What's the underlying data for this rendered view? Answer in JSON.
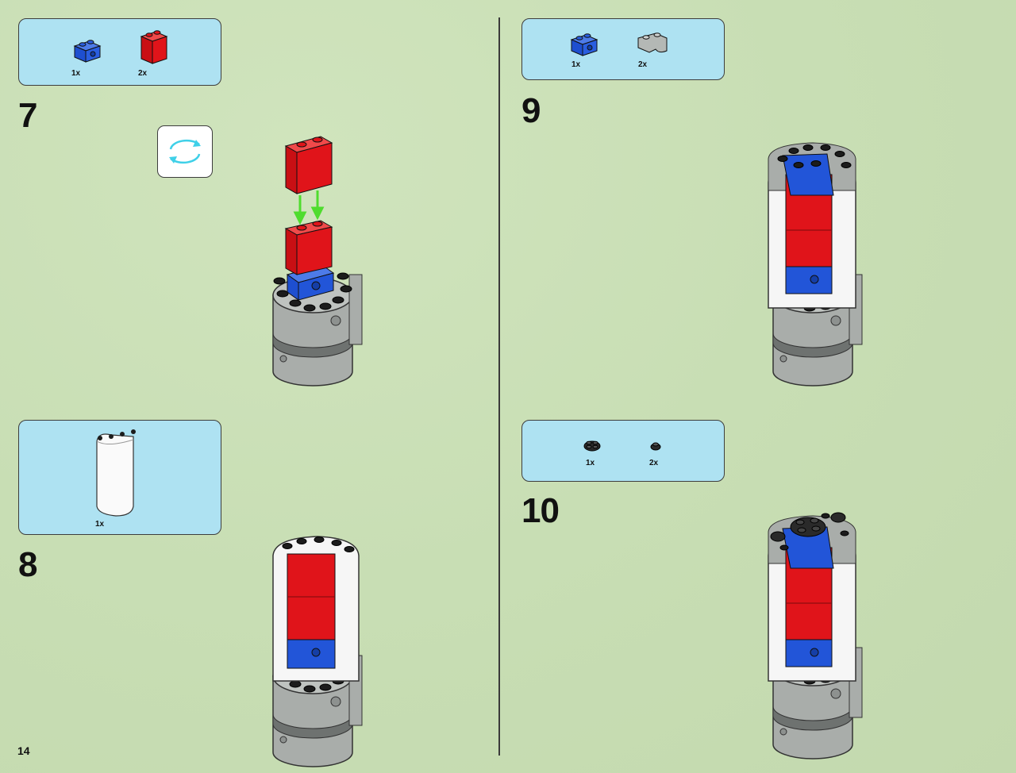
{
  "page": {
    "number": "14"
  },
  "steps": [
    {
      "number": "7",
      "parts": [
        {
          "icon": "blue-1x2-brick",
          "qty": "1x"
        },
        {
          "icon": "red-1x2x2-brick",
          "qty": "2x"
        }
      ],
      "rotate_icon": "rotate-model-icon"
    },
    {
      "number": "8",
      "parts": [
        {
          "icon": "white-quarter-cylinder-panel",
          "qty": "1x"
        }
      ]
    },
    {
      "number": "9",
      "parts": [
        {
          "icon": "blue-1x2-brick",
          "qty": "1x"
        },
        {
          "icon": "gray-corner-round-brick",
          "qty": "2x"
        }
      ]
    },
    {
      "number": "10",
      "parts": [
        {
          "icon": "black-round-plate-2x2",
          "qty": "1x"
        },
        {
          "icon": "black-round-plate-1x1",
          "qty": "2x"
        }
      ]
    }
  ],
  "colors": {
    "background": "#c9dfb6",
    "parts_box": "#aee2f2",
    "brick_red": "#e0141a",
    "brick_blue": "#2255d8",
    "brick_gray": "#a9adaa",
    "arrow_green": "#4fdc2e",
    "rotate_arrow": "#3fd0e8"
  }
}
